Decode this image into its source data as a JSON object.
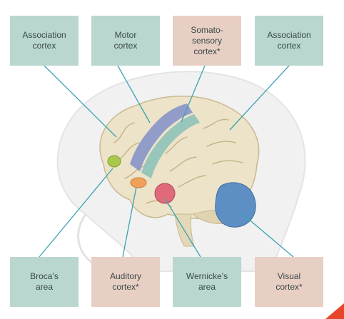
{
  "labels": {
    "association_left": "Association\ncortex",
    "motor": "Motor\ncortex",
    "somatosensory": "Somato-\nsensory\ncortex*",
    "association_right": "Association\ncortex",
    "broca": "Broca’s\narea",
    "auditory": "Auditory\ncortex*",
    "wernicke": "Wernicke’s\narea",
    "visual": "Visual\ncortex*"
  },
  "colors": {
    "teal_box": "#b9d6cf",
    "pink_box": "#e8cfc4",
    "leader_line": "#3aa3b3",
    "brain": "#ece3c8",
    "motor_strip": "#8794c8",
    "somatosensory_strip": "#8fc2b8",
    "broca_area": "#a9c94a",
    "auditory_area": "#f0a25a",
    "wernicke_area": "#e06a7a",
    "visual_area": "#5d8fc4",
    "accent": "#e8462a"
  }
}
